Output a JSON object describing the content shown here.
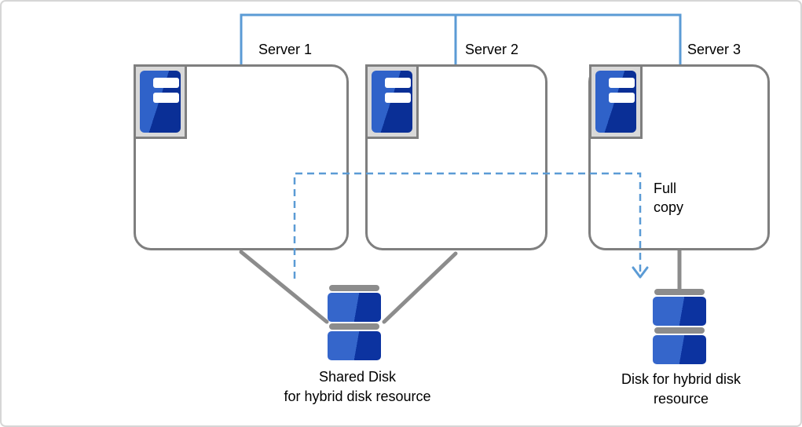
{
  "diagram": {
    "title_hint": "Three-server cluster with shared disk and hybrid disk resource",
    "servers": [
      {
        "label": "Server 1"
      },
      {
        "label": "Server 2"
      },
      {
        "label": "Server 3"
      }
    ],
    "full_copy_label": {
      "line1": "Full",
      "line2": "copy"
    },
    "shared_disk_caption": {
      "line1": "Shared Disk",
      "line2": "for hybrid disk resource"
    },
    "hybrid_disk_caption": {
      "line1": "Disk for hybrid disk",
      "line2": "resource"
    },
    "colors": {
      "network_line_blue": "#5b9bd5",
      "dashed_copy_arrow_blue": "#5b9bd5",
      "box_border_gray": "#7f7f7f",
      "connector_gray": "#8c8c8c",
      "icon_frame_gray": "#d9d9d9",
      "icon_blue_light": "#2f62c9",
      "icon_blue_dark": "#0a2f96",
      "disk_blue_light": "#3566cb",
      "disk_blue_dark": "#0c33a0",
      "frame_border": "#d6d6d6",
      "text": "#000000"
    }
  }
}
